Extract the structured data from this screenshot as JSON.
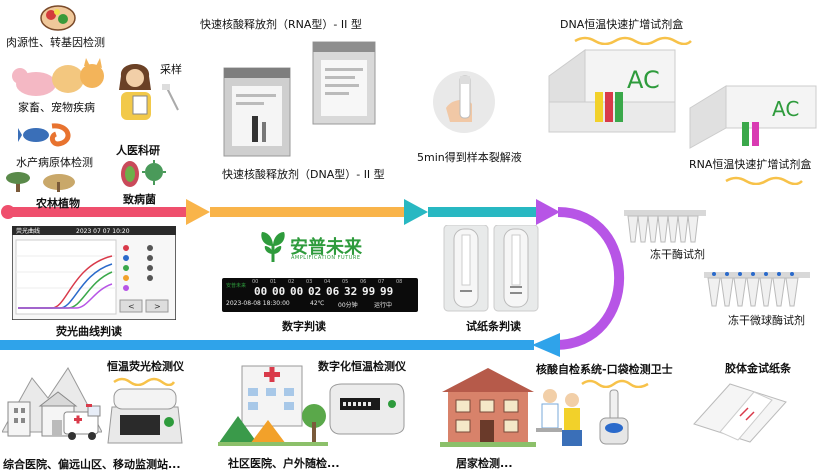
{
  "colors": {
    "pink": "#ef4f6d",
    "orange": "#f9b44a",
    "teal": "#28b8c2",
    "purple": "#b755e6",
    "blue": "#2fa3ea",
    "green": "#2e9b3c",
    "yellow_tilde": "#f7c24a"
  },
  "icons": {
    "logo": "leaf-logo-icon"
  },
  "labels": {
    "meat_gmo": "肉源性、转基因检测",
    "livestock": "家畜、宠物疾病",
    "aquatic": "水产病原体检测",
    "forestry": "农林植物",
    "sampling": "采样",
    "medical_research": "人医科研",
    "pathogen": "致病菌",
    "rna_release": "快速核酸释放剂（RNA型）- II 型",
    "dna_release": "快速核酸释放剂（DNA型）- II 型",
    "lysate": "5min得到样本裂解液",
    "dna_kit": "DNA恒温快速扩增试剂盒",
    "rna_kit": "RNA恒温快速扩增试剂盒",
    "freeze_enzyme": "冻干酶试剂",
    "freeze_micro": "冻干微球酶试剂",
    "fluor_read": "荧光曲线判读",
    "digital_read": "数字判读",
    "strip_read": "试纸条判读",
    "fluor_instrument": "恒温荧光检测仪",
    "digital_instrument": "数字化恒温检测仪",
    "self_test_system": "核酸自检系统-口袋检测卫士",
    "gold_strip": "胶体金试纸条",
    "hospital_sites": "综合医院、偏远山区、移动监测站...",
    "community_sites": "社区医院、户外随检...",
    "home_test": "居家检测..."
  },
  "logo": {
    "name": "安普未来",
    "subtitle": "AMPLIFICATION FUTURE"
  },
  "kit_brand": "AC",
  "digital_display": {
    "brand": "安普未来",
    "channels": [
      "00",
      "01",
      "02",
      "03",
      "04",
      "05",
      "06",
      "07",
      "08"
    ],
    "values": [
      "00",
      "00",
      "00",
      "02",
      "06",
      "32",
      "99",
      "99"
    ],
    "datetime": "2023-08-08 18:30:00",
    "temp": "42℃",
    "status1": "00分钟",
    "status2": "运行中"
  },
  "fluor_screen": {
    "header": "荧光曲线",
    "date": "2023 07 07 10:20",
    "btn_back": "<",
    "btn_fwd": ">"
  }
}
